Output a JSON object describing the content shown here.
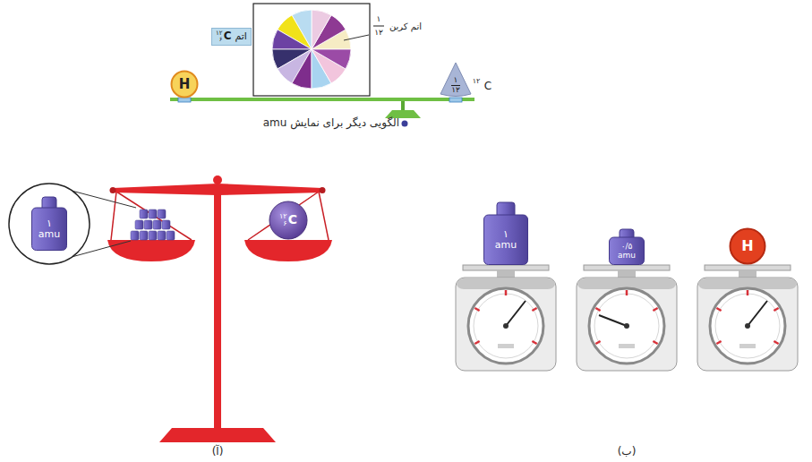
{
  "diagram": {
    "caption": "الگویی دیگر برای نمایش amu",
    "nodes": [
      {
        "text": [
          "اتم",
          "۱۲",
          "C",
          "۶"
        ]
      },
      {
        "text": [
          "H"
        ]
      },
      {
        "text": [
          "۱",
          "۱۲"
        ]
      },
      {
        "text": [
          "۱",
          "amu"
        ]
      },
      {
        "text": [
          "۱۲",
          "C",
          "۶"
        ]
      },
      {
        "text": [
          "۱",
          "amu"
        ]
      },
      {
        "text": [
          "۰/۵",
          "amu"
        ]
      },
      {
        "text": [
          "H"
        ]
      }
    ],
    "labels": [
      "۱",
      "۱۲",
      "اتم کربن",
      "۱۲",
      "C",
      "(آ)",
      "(ب)"
    ]
  }
}
